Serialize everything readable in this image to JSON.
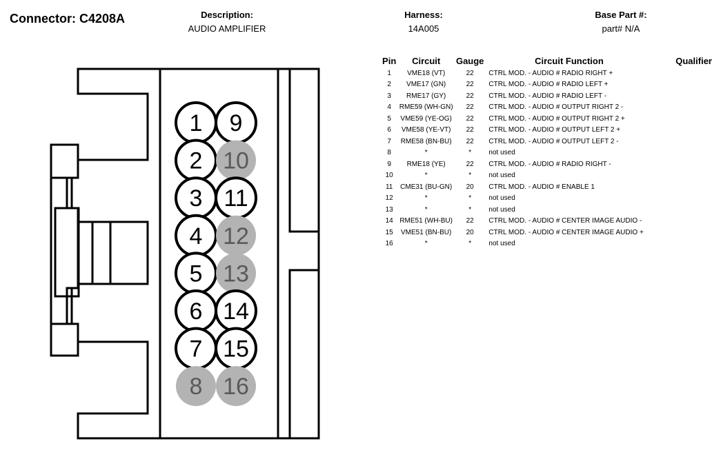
{
  "header": {
    "connector_label": "Connector: C4208A",
    "description_label": "Description:",
    "description_value": "AUDIO AMPLIFIER",
    "harness_label": "Harness:",
    "harness_value": "14A005",
    "basepart_label": "Base Part #:",
    "basepart_value": "part# N/A"
  },
  "table": {
    "headers": {
      "pin": "Pin",
      "circuit": "Circuit",
      "gauge": "Gauge",
      "function": "Circuit Function",
      "qualifier": "Qualifier"
    },
    "rows": [
      {
        "pin": "1",
        "circuit": "VME18 (VT)",
        "gauge": "22",
        "function": "CTRL MOD. - AUDIO # RADIO RIGHT +",
        "qualifier": ""
      },
      {
        "pin": "2",
        "circuit": "VME17 (GN)",
        "gauge": "22",
        "function": "CTRL MOD. - AUDIO # RADIO LEFT +",
        "qualifier": ""
      },
      {
        "pin": "3",
        "circuit": "RME17 (GY)",
        "gauge": "22",
        "function": "CTRL MOD. - AUDIO # RADIO LEFT -",
        "qualifier": ""
      },
      {
        "pin": "4",
        "circuit": "RME59 (WH-GN)",
        "gauge": "22",
        "function": "CTRL MOD. - AUDIO # OUTPUT RIGHT 2 -",
        "qualifier": ""
      },
      {
        "pin": "5",
        "circuit": "VME59 (YE-OG)",
        "gauge": "22",
        "function": "CTRL MOD. - AUDIO # OUTPUT RIGHT 2 +",
        "qualifier": ""
      },
      {
        "pin": "6",
        "circuit": "VME58 (YE-VT)",
        "gauge": "22",
        "function": "CTRL MOD. - AUDIO # OUTPUT LEFT 2 +",
        "qualifier": ""
      },
      {
        "pin": "7",
        "circuit": "RME58 (BN-BU)",
        "gauge": "22",
        "function": "CTRL MOD. - AUDIO # OUTPUT LEFT 2 -",
        "qualifier": ""
      },
      {
        "pin": "8",
        "circuit": "*",
        "gauge": "*",
        "function": "not used",
        "qualifier": ""
      },
      {
        "pin": "9",
        "circuit": "RME18 (YE)",
        "gauge": "22",
        "function": "CTRL MOD. - AUDIO # RADIO RIGHT -",
        "qualifier": ""
      },
      {
        "pin": "10",
        "circuit": "*",
        "gauge": "*",
        "function": "not used",
        "qualifier": ""
      },
      {
        "pin": "11",
        "circuit": "CME31 (BU-GN)",
        "gauge": "20",
        "function": "CTRL MOD. - AUDIO # ENABLE 1",
        "qualifier": ""
      },
      {
        "pin": "12",
        "circuit": "*",
        "gauge": "*",
        "function": "not used",
        "qualifier": ""
      },
      {
        "pin": "13",
        "circuit": "*",
        "gauge": "*",
        "function": "not used",
        "qualifier": ""
      },
      {
        "pin": "14",
        "circuit": "RME51 (WH-BU)",
        "gauge": "22",
        "function": "CTRL MOD. - AUDIO # CENTER IMAGE AUDIO -",
        "qualifier": ""
      },
      {
        "pin": "15",
        "circuit": "VME51 (BN-BU)",
        "gauge": "20",
        "function": "CTRL MOD. - AUDIO # CENTER IMAGE AUDIO +",
        "qualifier": ""
      },
      {
        "pin": "16",
        "circuit": "*",
        "gauge": "*",
        "function": "not used",
        "qualifier": ""
      }
    ]
  },
  "diagram": {
    "pins": [
      {
        "label": "1",
        "used": true
      },
      {
        "label": "2",
        "used": true
      },
      {
        "label": "3",
        "used": true
      },
      {
        "label": "4",
        "used": true
      },
      {
        "label": "5",
        "used": true
      },
      {
        "label": "6",
        "used": true
      },
      {
        "label": "7",
        "used": true
      },
      {
        "label": "8",
        "used": false
      },
      {
        "label": "9",
        "used": true
      },
      {
        "label": "10",
        "used": false
      },
      {
        "label": "11",
        "used": true
      },
      {
        "label": "12",
        "used": false
      },
      {
        "label": "13",
        "used": false
      },
      {
        "label": "14",
        "used": true
      },
      {
        "label": "15",
        "used": true
      },
      {
        "label": "16",
        "used": false
      }
    ],
    "colors": {
      "used_fill": "#ffffff",
      "used_stroke": "#000000",
      "unused_fill": "#b3b3b3",
      "unused_text": "#5a5a5a",
      "outline": "#000000"
    }
  }
}
